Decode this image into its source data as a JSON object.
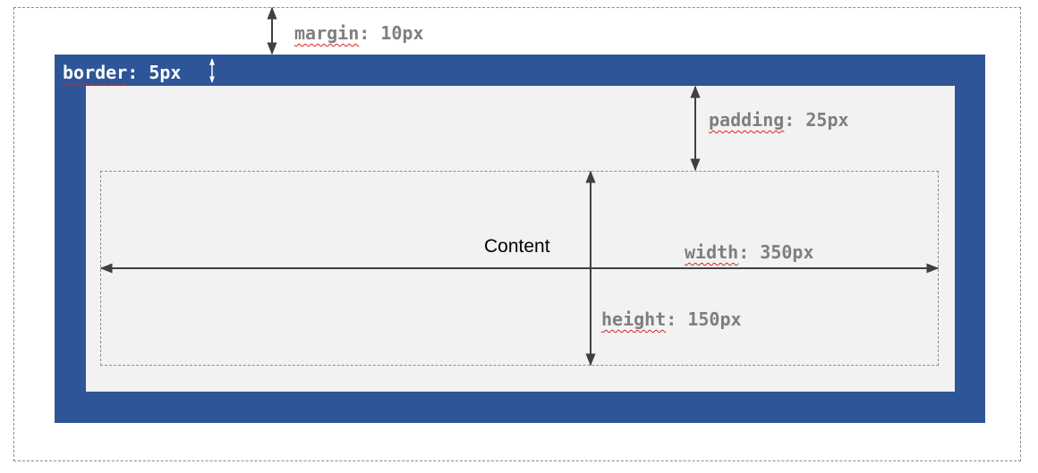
{
  "margin": {
    "property": "margin",
    "value": ": 10px"
  },
  "border": {
    "property": "border",
    "value": ": 5px"
  },
  "padding": {
    "property": "padding",
    "value": ": 25px"
  },
  "content": {
    "label": "Content"
  },
  "width": {
    "property": "width",
    "value": ": 350px"
  },
  "height": {
    "property": "height",
    "value": ": 150px"
  },
  "colors": {
    "border_fill": "#2e5597",
    "padding_fill": "#f2f2f2",
    "label_text": "#7f7f7f",
    "arrow": "#404040"
  }
}
